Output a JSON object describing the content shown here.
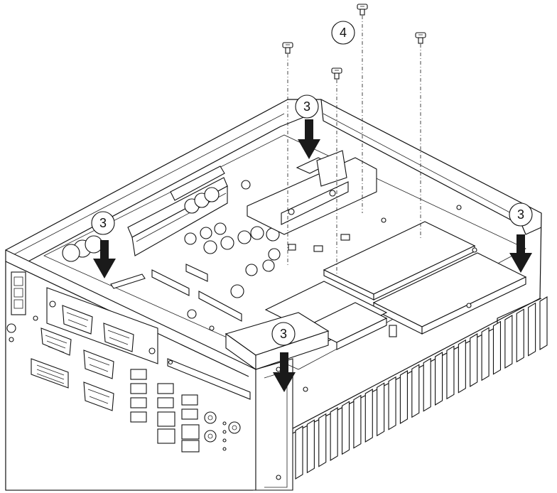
{
  "callouts": {
    "step_4": "4",
    "step_3_top": "3",
    "step_3_left": "3",
    "step_3_right": "3",
    "step_3_bottom": "3"
  },
  "colors": {
    "line": "#111111",
    "arrow": "#1a1a1a",
    "background": "#ffffff"
  }
}
